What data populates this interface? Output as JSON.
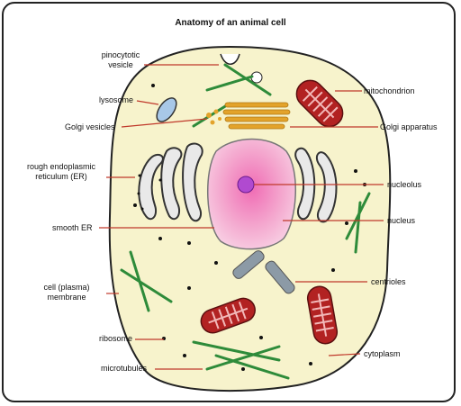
{
  "title": "Anatomy of an animal cell",
  "labels": {
    "pinocytotic_vesicle": "pinocytotic\nvesicle",
    "lysosome": "lysosome",
    "golgi_vesicles": "Golgi vesicles",
    "rough_er": "rough endoplasmic\nreticulum (ER)",
    "smooth_er": "smooth ER",
    "cell_membrane": "cell (plasma)\nmembrane",
    "ribosome": "ribosome",
    "microtubules": "microtubules",
    "mitochondrion": "mitochondrion",
    "golgi_apparatus": "Golgi apparatus",
    "nucleolus": "nucleolus",
    "nucleus": "nucleus",
    "centrioles": "centrioles",
    "cytoplasm": "cytoplasm"
  },
  "colors": {
    "cytoplasm": "#f7f3cc",
    "leader_line": "#c0392b",
    "microtubule": "#2e8b3a",
    "mitochondrion": "#b22222",
    "golgi": "#e3a32b",
    "nucleus": "#f4a9cf",
    "nucleolus": "#b04ad0",
    "lysosome": "#a8c8e8",
    "centriole": "#8c9aa6"
  }
}
